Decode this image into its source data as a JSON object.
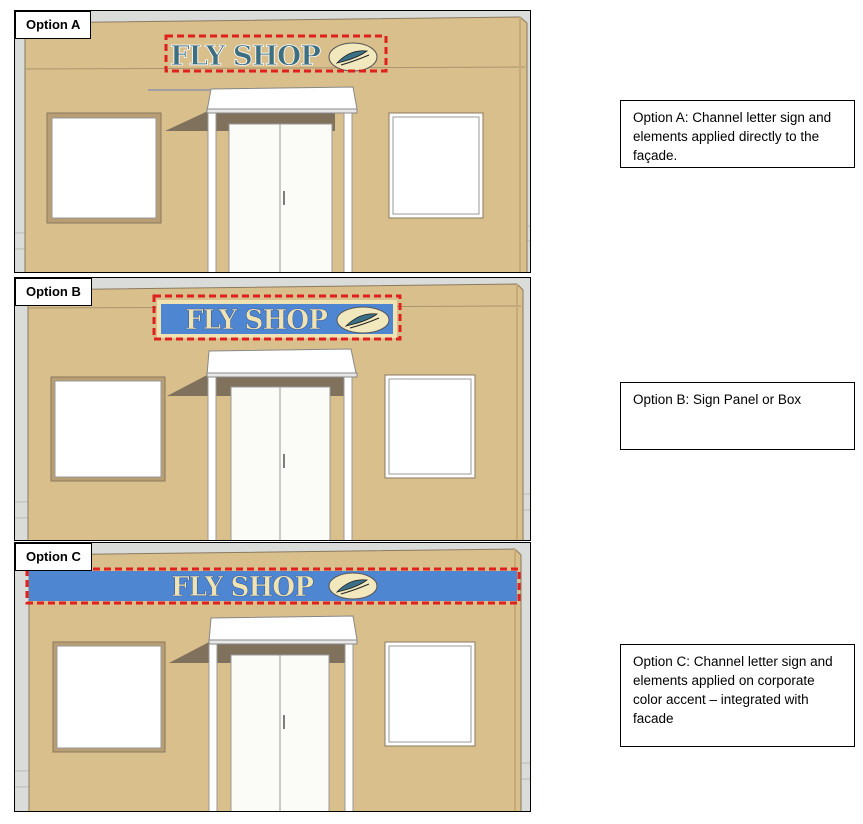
{
  "options": [
    {
      "label": "Option A",
      "sign_text": "FLY SHOP",
      "sign_style": "channel-letters-on-facade",
      "description": "Option A: Channel letter sign and elements applied directly to the façade."
    },
    {
      "label": "Option B",
      "sign_text": "FLY SHOP",
      "sign_style": "sign-panel",
      "description": "Option B: Sign Panel or Box"
    },
    {
      "label": "Option C",
      "sign_text": "FLY SHOP",
      "sign_style": "full-width-color-band",
      "description": "Option C: Channel letter sign and elements applied on corporate color accent – integrated with facade"
    }
  ],
  "colors": {
    "facade": "#d9bf8c",
    "facade_outline": "#8a7a60",
    "sign_panel": "#4f86d2",
    "sign_letters_a": "#3d6f80",
    "sign_letters_panel": "#efe3b3",
    "highlight_dash": "#e0201c",
    "fly_oval": "#f1e8bd"
  },
  "icons": {
    "sign_logo": "fly-lure-icon"
  }
}
